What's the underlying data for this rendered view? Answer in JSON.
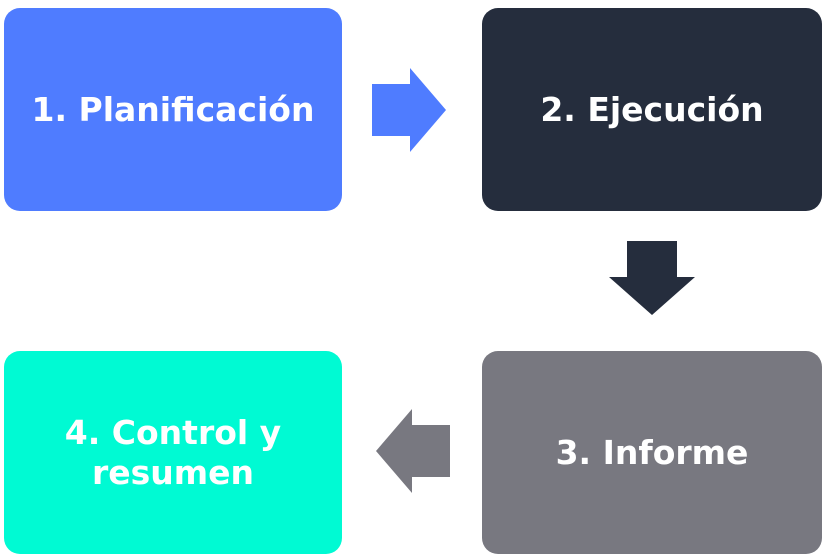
{
  "colors": {
    "planning": "#4f7cff",
    "execution": "#252d3d",
    "report": "#787880",
    "control": "#00fad3",
    "text": "#ffffff"
  },
  "steps": [
    {
      "label": "1. Planificación"
    },
    {
      "label": "2. Ejecución"
    },
    {
      "label": "3. Informe"
    },
    {
      "label": "4. Control y resumen"
    }
  ],
  "arrows": [
    {
      "icon": "arrow-right-icon",
      "from": "1. Planificación",
      "to": "2. Ejecución"
    },
    {
      "icon": "arrow-down-icon",
      "from": "2. Ejecución",
      "to": "3. Informe"
    },
    {
      "icon": "arrow-left-icon",
      "from": "3. Informe",
      "to": "4. Control y resumen"
    }
  ]
}
